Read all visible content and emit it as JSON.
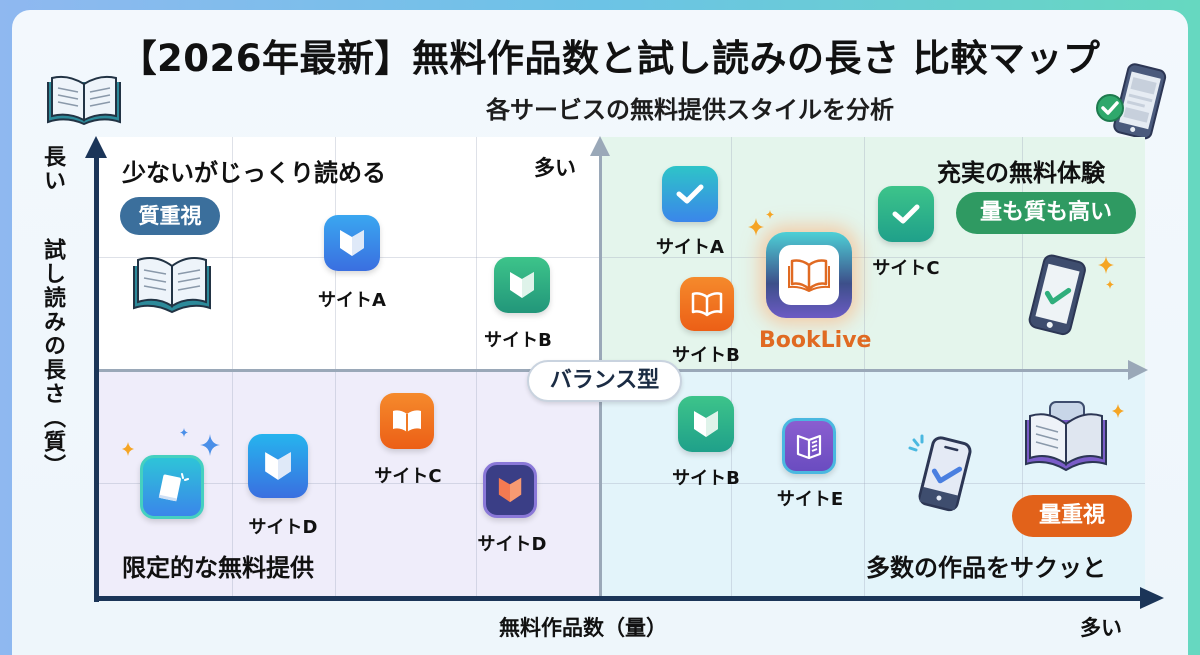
{
  "header": {
    "title": "【2026年最新】無料作品数と試し読みの長さ 比較マップ",
    "subtitle": "各サービスの無料提供スタイルを分析"
  },
  "axes": {
    "y_label": "試し読みの長さ（質）",
    "y_high": "長い",
    "x_label": "無料作品数（量）",
    "x_high": "多い",
    "mid_x_high": "多い"
  },
  "quadrants": {
    "top_left": {
      "title": "少ないがじっくり読める",
      "badge": "質重視"
    },
    "top_right": {
      "title": "充実の無料体験",
      "badge": "量も質も高い"
    },
    "bottom_left": {
      "title": "限定的な無料提供"
    },
    "bottom_right": {
      "title": "多数の作品をサクッと",
      "badge": "量重視"
    },
    "center": {
      "badge": "バランス型"
    }
  },
  "colors": {
    "axis": "#1b3558",
    "quality_badge": "#3b6f9c",
    "both_badge": "#2f9a62",
    "volume_badge": "#e2621a",
    "booklive_text": "#e06a22"
  },
  "sites": [
    {
      "label": "サイトA",
      "quadrant": "top_left",
      "icon": "beginner-mark-icon",
      "color": "#3b82e8"
    },
    {
      "label": "サイトB",
      "quadrant": "top_left",
      "icon": "beginner-mark-icon",
      "color": "#2fae7c"
    },
    {
      "label": "サイトA",
      "quadrant": "top_right",
      "icon": "check-icon",
      "color": "#35a4e8"
    },
    {
      "label": "サイトB",
      "quadrant": "top_right",
      "icon": "open-book-icon",
      "color": "#f06a1c"
    },
    {
      "label": "サイトC",
      "quadrant": "top_right",
      "icon": "check-icon",
      "color": "#2fae7c"
    },
    {
      "label": "BookLive",
      "quadrant": "top_right",
      "icon": "open-book-icon",
      "color": "#e06a22",
      "highlight": true
    },
    {
      "label": "サイトD",
      "quadrant": "bottom_left",
      "icon": "beginner-mark-icon",
      "color": "#2f7ee8"
    },
    {
      "label": "サイトC",
      "quadrant": "bottom_left",
      "icon": "open-book-icon",
      "color": "#f0701c"
    },
    {
      "label": "サイトD",
      "quadrant": "bottom_left",
      "icon": "beginner-mark-icon",
      "color": "#3b3f86"
    },
    {
      "label": "サイトB",
      "quadrant": "bottom_right",
      "icon": "beginner-mark-icon",
      "color": "#2fae7c"
    },
    {
      "label": "サイトE",
      "quadrant": "bottom_right",
      "icon": "open-book-icon",
      "color": "#7a55c6"
    }
  ]
}
